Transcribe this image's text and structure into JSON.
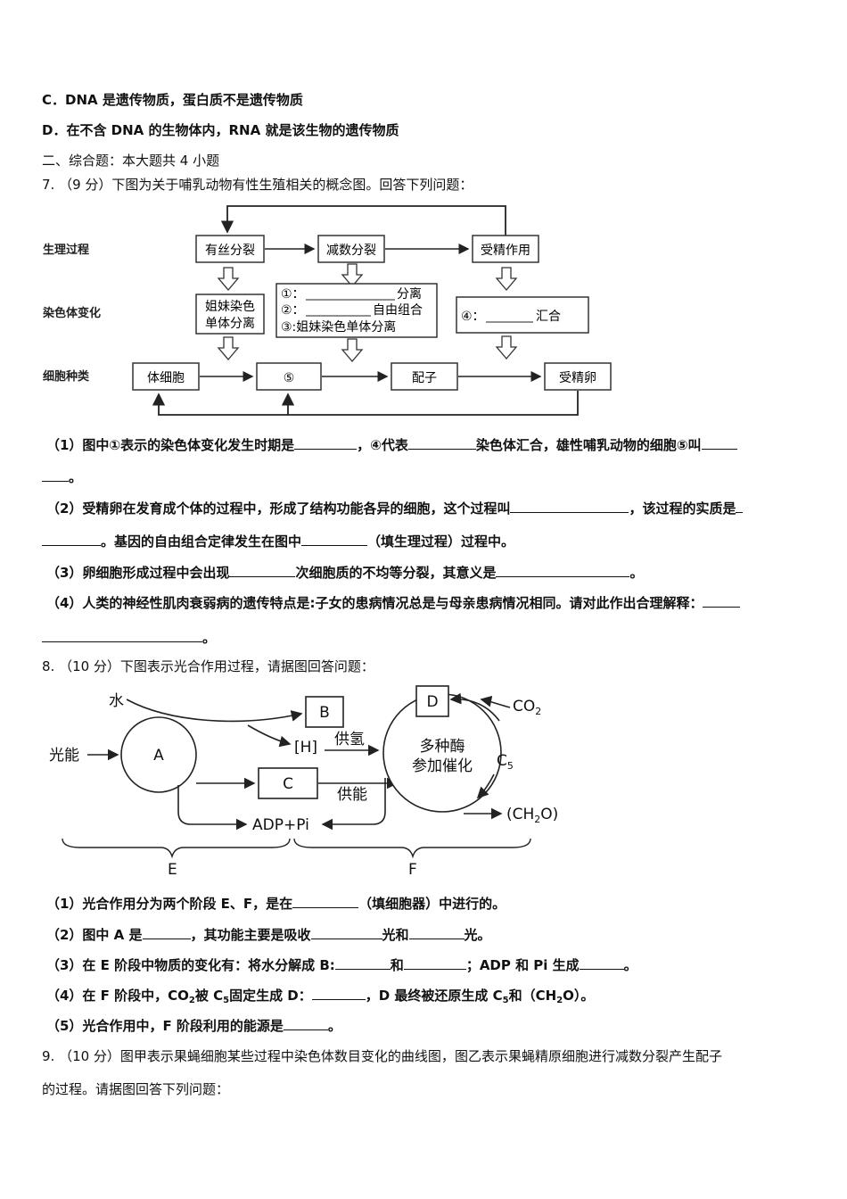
{
  "options": {
    "c": "C．DNA 是遗传物质，蛋白质不是遗传物质",
    "d": "D．在不含 DNA 的生物体内，RNA 就是该生物的遗传物质"
  },
  "section_title": "二、综合题：本大题共 4 小题",
  "q7": {
    "stem": "7. （9 分）下图为关于哺乳动物有性生殖相关的概念图。回答下列问题：",
    "diagram": {
      "row_labels": [
        "生理过程",
        "染色体变化",
        "细胞种类"
      ],
      "process": [
        "有丝分裂",
        "减数分裂",
        "受精作用"
      ],
      "mitosis_change": [
        "姐妹染色",
        "单体分离"
      ],
      "meiosis_change": [
        "①：",
        "分离",
        "②：",
        "自由组合",
        "③:姐妹染色单体分离"
      ],
      "fert_change": [
        "④：",
        "汇合"
      ],
      "cells": [
        "体细胞",
        "⑤",
        "配子",
        "受精卵"
      ]
    },
    "p1_a": "（1）图中①表示的染色体变化发生时期是",
    "p1_b": "，④代表",
    "p1_c": "染色体汇合，雄性哺乳动物的细胞⑤叫",
    "p1_d": "。",
    "p2_a": "（2）受精卵在发育成个体的过程中，形成了结构功能各异的细胞，这个过程叫",
    "p2_b": "，该过程的实质是",
    "p2_c": "。基因的自由组合定律发生在图中",
    "p2_d": "（填生理过程）过程中。",
    "p3_a": "（3）卵细胞形成过程中会出现",
    "p3_b": "次细胞质的不均等分裂，其意义是",
    "p3_c": "。",
    "p4_a": "（4）人类的神经性肌肉衰弱病的遗传特点是:子女的患病情况总是与母亲患病情况相同。请对此作出合理解释：",
    "p4_b": "。"
  },
  "q8": {
    "stem": "8. （10 分）下图表示光合作用过程，请据图回答问题：",
    "diagram": {
      "water": "水",
      "light": "光能",
      "A": "A",
      "B": "B",
      "H": "[H]",
      "hsupply": "供氢",
      "C": "C",
      "esupply": "供能",
      "adp": "ADP+Pi",
      "D": "D",
      "co2": "CO",
      "co2_sub": "2",
      "enzyme1": "多种酶",
      "enzyme2": "参加催化",
      "c5": "C",
      "c5_sub": "5",
      "ch2o": "(CH",
      "ch2o_sub": "2",
      "ch2o_end": "O)",
      "E": "E",
      "F": "F"
    },
    "p1_a": "（1）光合作用分为两个阶段 E、F，是在",
    "p1_b": "（填细胞器）中进行的。",
    "p2_a": "（2）图中 A 是",
    "p2_b": "，其功能主要是吸收",
    "p2_c": "光和",
    "p2_d": "光。",
    "p3_a": "（3）在 E 阶段中物质的变化有：将水分解成 B:",
    "p3_b": "和",
    "p3_c": "；ADP 和 Pi 生成",
    "p3_d": "。",
    "p4_a": "（4）在 F 阶段中，CO",
    "p4_s1": "2",
    "p4_b": "被 C",
    "p4_s2": "5",
    "p4_c": "固定生成 D：",
    "p4_d": "，D 最终被还原生成 C",
    "p4_s3": "5",
    "p4_e": "和（CH",
    "p4_s4": "2",
    "p4_f": "O）。",
    "p5_a": "（5）光合作用中，F 阶段利用的能源是",
    "p5_b": "。"
  },
  "q9": {
    "stem1": "9. （10 分）图甲表示果蝇细胞某些过程中染色体数目变化的曲线图，图乙表示果蝇精原细胞进行减数分裂产生配子",
    "stem2": "的过程。请据图回答下列问题："
  }
}
